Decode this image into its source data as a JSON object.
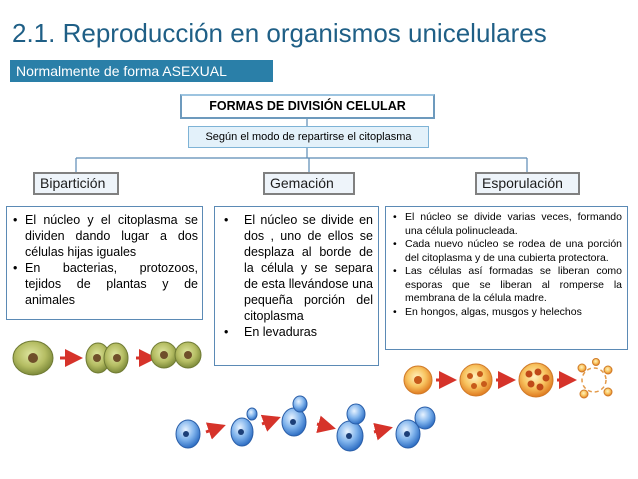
{
  "slide": {
    "title": "2.1. Reproducción en organismos unicelulares",
    "subtitle": "Normalmente de forma ASEXUAL",
    "header": "FORMAS DE DIVISIÓN CELULAR",
    "subheader": "Según el modo de repartirse el citoplasma",
    "categories": [
      {
        "label": "Bipartición",
        "bullets": [
          "El núcleo y el citoplasma se dividen  dando lugar a dos células hijas iguales",
          "En bacterias, protozoos, tejidos de plantas y de animales"
        ]
      },
      {
        "label": "Gemación",
        "bullets": [
          "El núcleo se divide en dos , uno de ellos se desplaza al borde de la célula y se separa de esta llevándose una pequeña porción del citoplasma",
          "En levaduras"
        ]
      },
      {
        "label": "Esporulación",
        "bullets": [
          "El núcleo se divide varias veces, formando una célula polinucleada.",
          "Cada nuevo núcleo se rodea de una porción del citoplasma y de una cubierta protectora.",
          "Las células así formadas se liberan como esporas que se liberan al romperse la membrana de la célula madre.",
          "En hongos, algas, musgos y helechos"
        ]
      }
    ]
  }
}
